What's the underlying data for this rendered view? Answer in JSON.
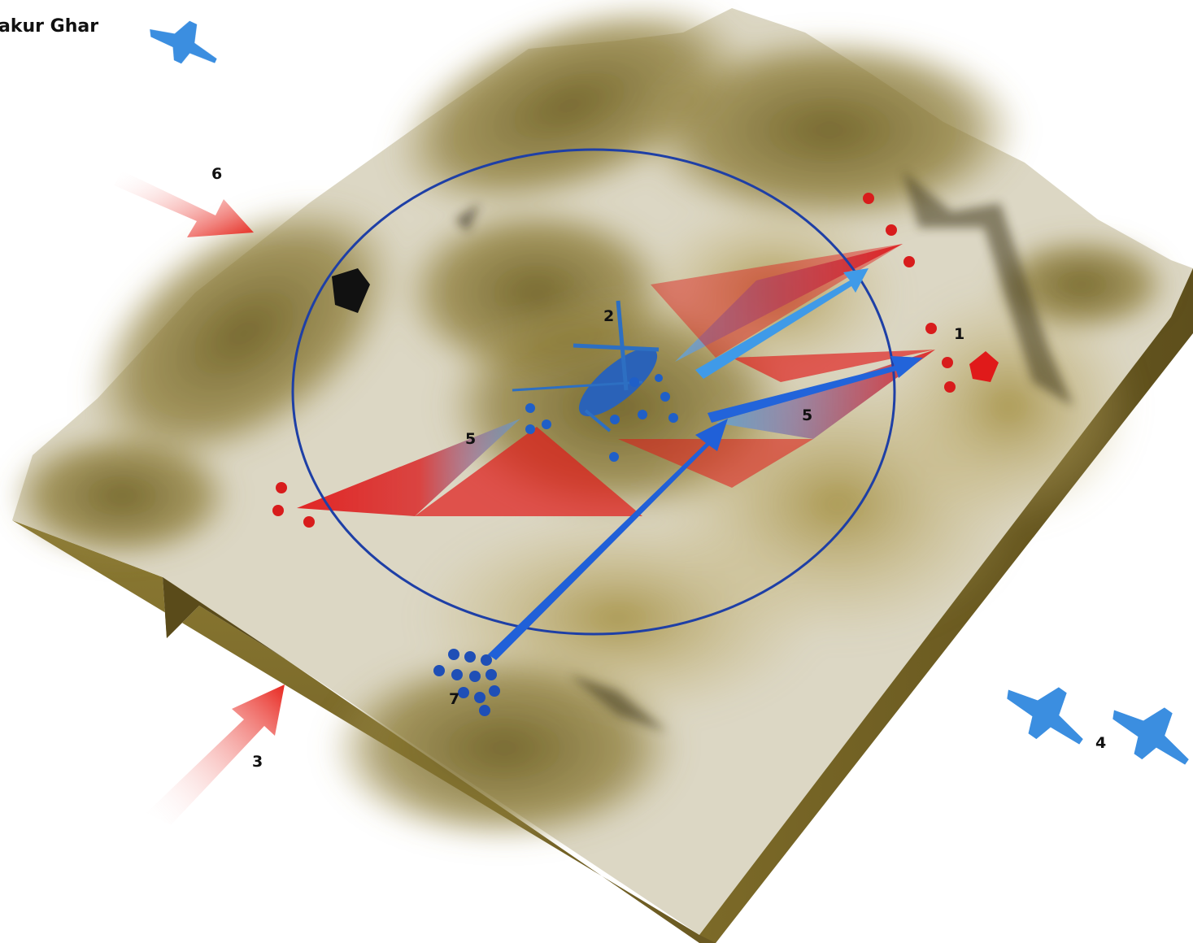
{
  "title": "akur Ghar",
  "callouts": {
    "enemy_position": "1",
    "helicopter": "2",
    "assault_arrow_sw": "3",
    "fighter_pair": "4",
    "fire_sector_left": "5",
    "fire_sector_right": "5",
    "assault_arrow_nw": "6",
    "friendly_squad": "7"
  },
  "colors": {
    "friendly": "#1f5fc8",
    "enemy": "#e02020",
    "terrain_snow": "#eeeeea",
    "terrain_rock": "#8a7a3a",
    "perimeter": "#1e3fa6"
  },
  "icons": {
    "aircraft_top": "fighter-jet-icon",
    "aircraft_pair": "fighter-jet-icon",
    "helicopter": "chinook-helicopter-icon",
    "bunker": "bunker-icon",
    "soldier_friendly": "blue-soldier-icon",
    "soldier_enemy": "red-soldier-icon"
  }
}
